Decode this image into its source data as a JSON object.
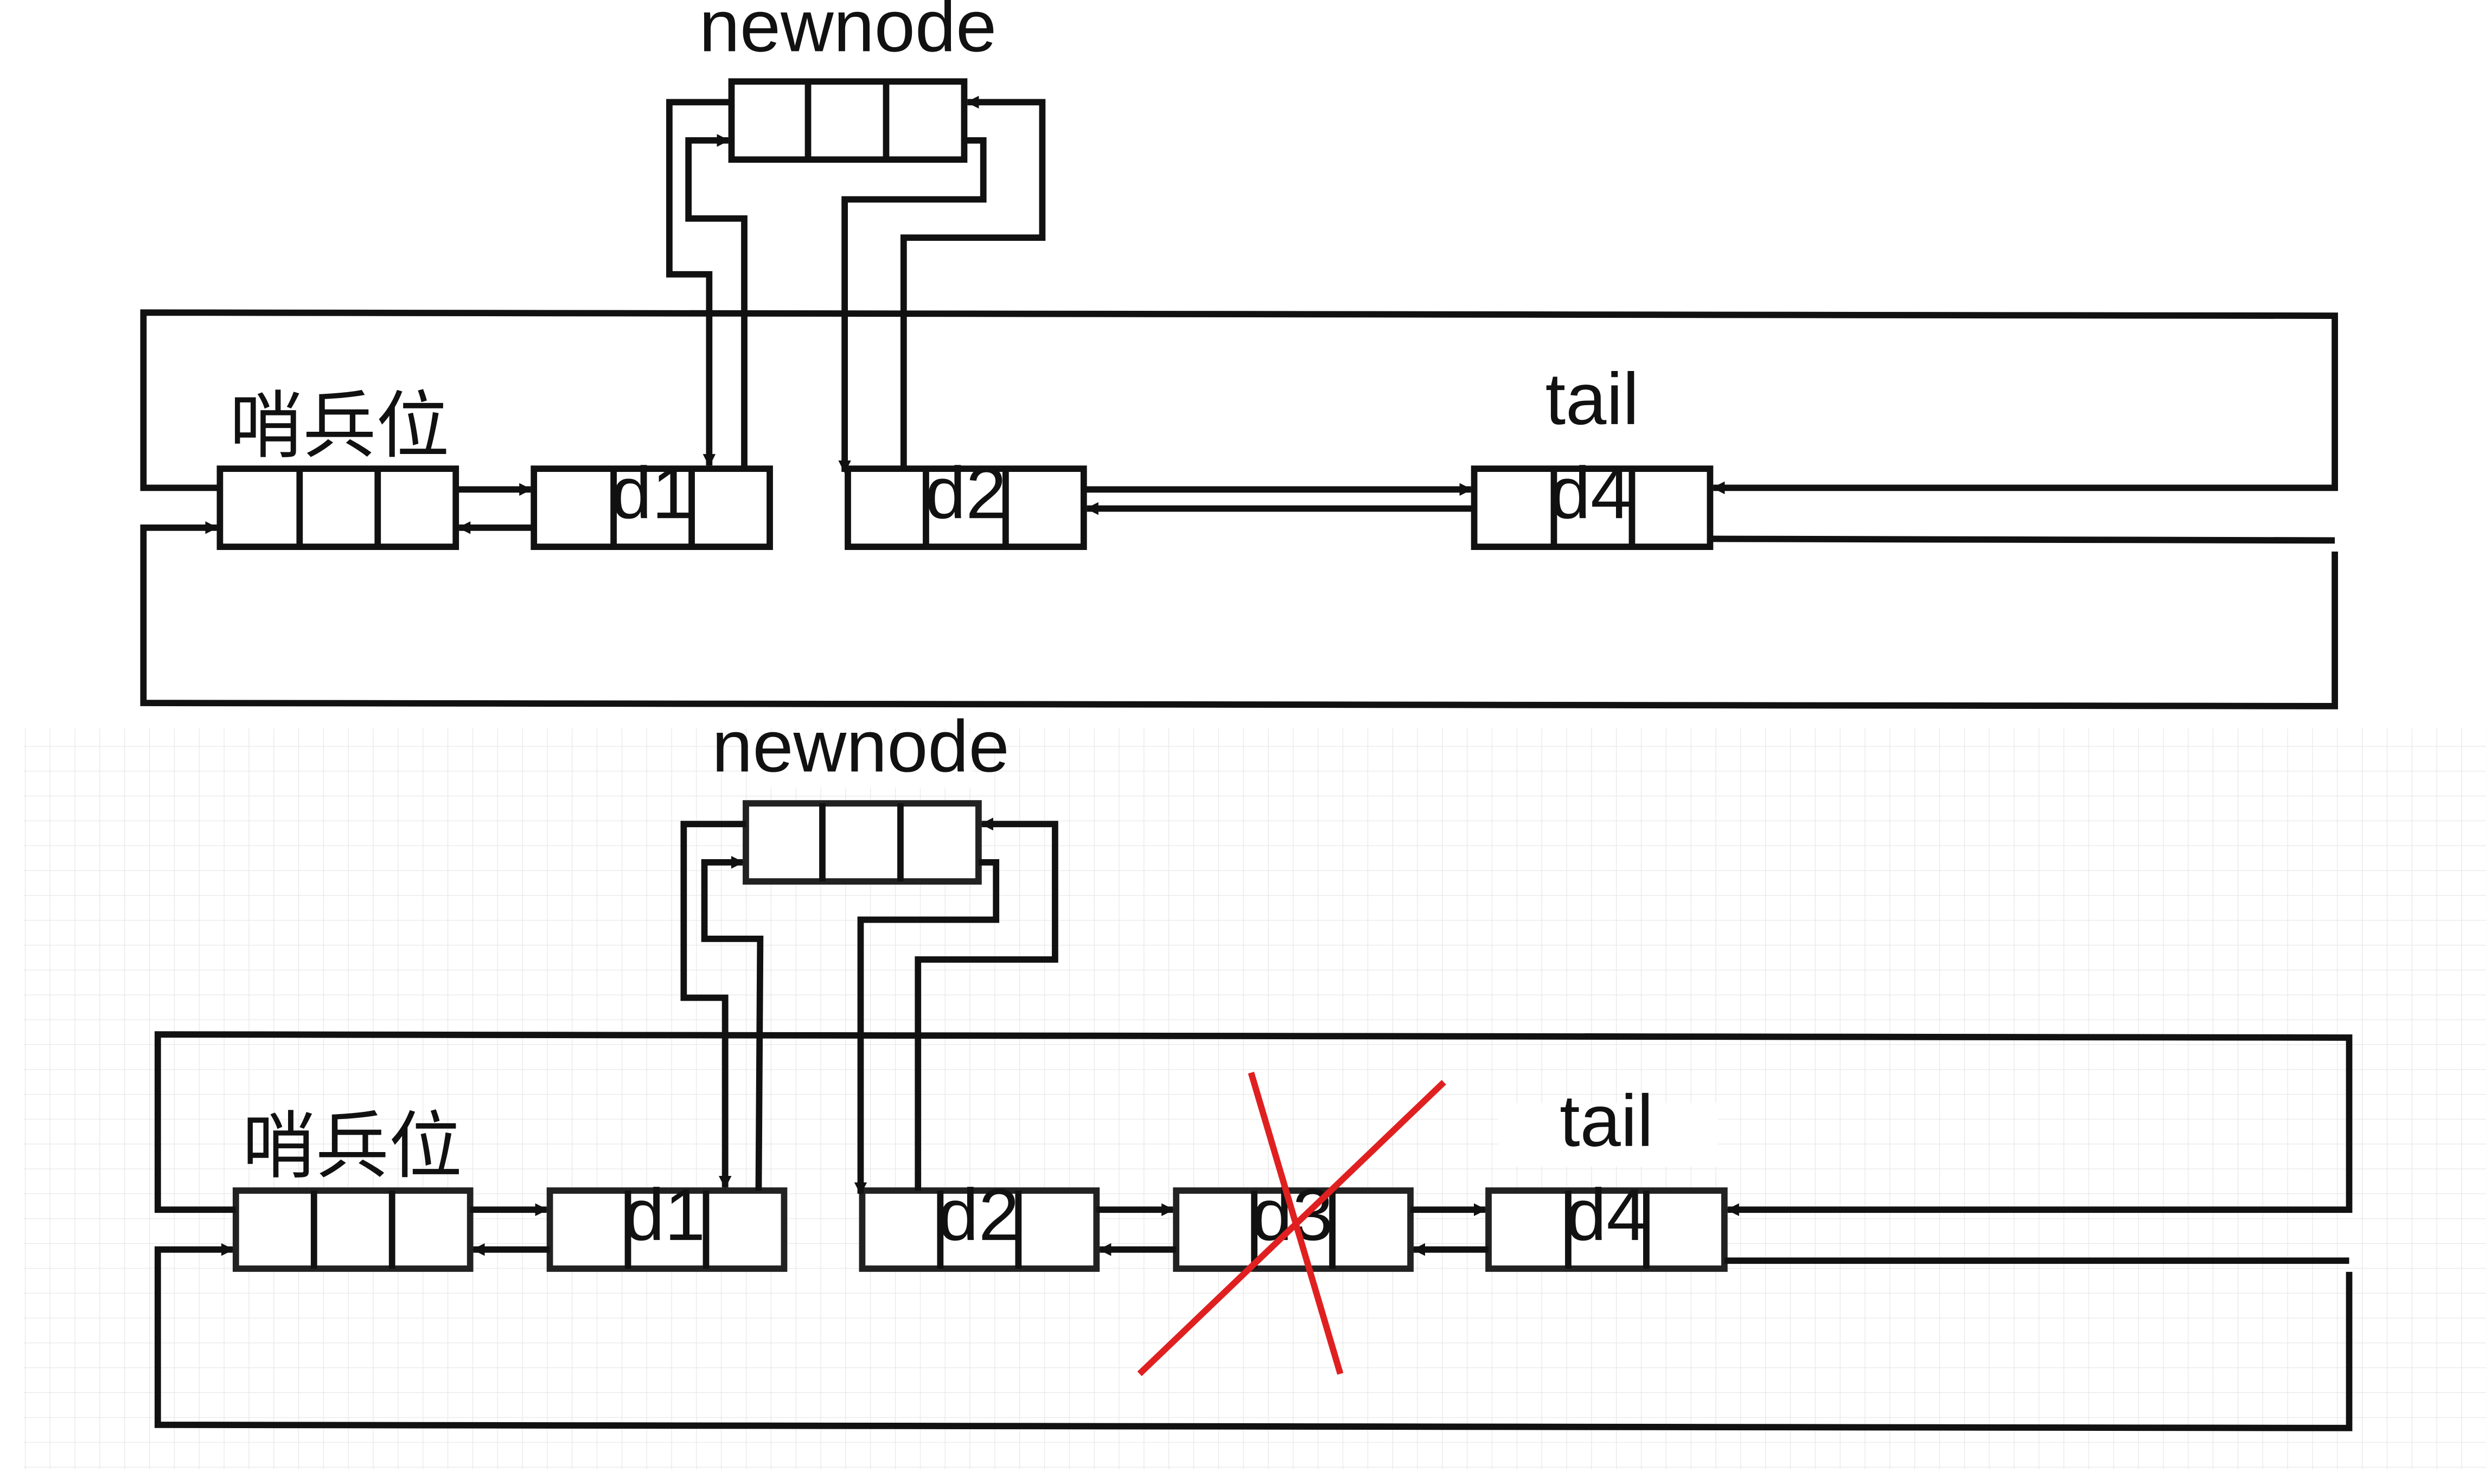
{
  "top_panel": {
    "newnode_label": "newnode",
    "sentinel_label": "哨兵位",
    "tail_label": "tail",
    "node_d1": "d1",
    "node_d2": "d2",
    "node_d4": "d4"
  },
  "bottom_panel": {
    "newnode_label": "newnode",
    "sentinel_label": "哨兵位",
    "tail_label": "tail",
    "node_d1": "d1",
    "node_d2": "d2",
    "node_d3": "d3",
    "node_d4": "d4",
    "grid": true
  },
  "colors": {
    "line": "#111111",
    "cross": "#e02020",
    "grid": "#e6e6e6"
  }
}
